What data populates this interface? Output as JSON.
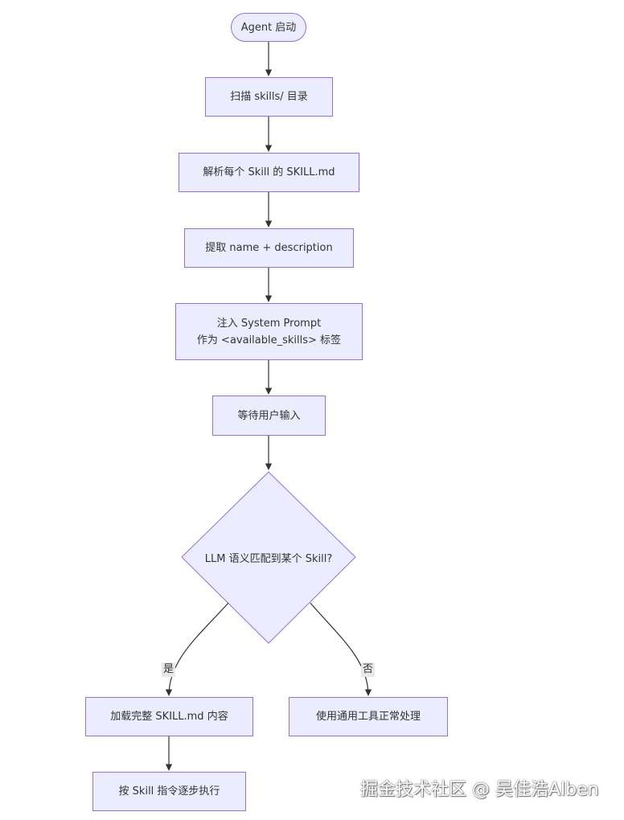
{
  "flowchart": {
    "start": "Agent 启动",
    "step_scan": "扫描 skills/ 目录",
    "step_parse": "解析每个 Skill 的 SKILL.md",
    "step_extract": "提取 name + description",
    "step_inject": [
      "注入 System Prompt",
      "作为 <available_skills> 标签"
    ],
    "step_wait": "等待用户输入",
    "decision": "LLM 语义匹配到某个 Skill?",
    "edge_yes": "是",
    "edge_no": "否",
    "step_load": "加载完整 SKILL.md 内容",
    "step_fallback": "使用通用工具正常处理",
    "step_execute": "按 Skill 指令逐步执行"
  },
  "watermark": "掘金技术社区 @ 吴佳浩Alben",
  "colors": {
    "node_fill": "#ECECFF",
    "node_border": "#9370DB",
    "edge": "#333333",
    "text": "#333333"
  }
}
